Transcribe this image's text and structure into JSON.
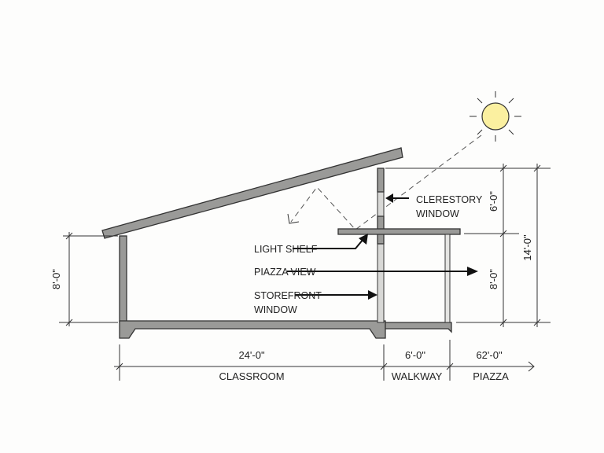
{
  "labels": {
    "clerestory_1": "CLERESTORY",
    "clerestory_2": "WINDOW",
    "light_shelf": "LIGHT SHELF",
    "piazza_view": "PIAZZA VIEW",
    "storefront_1": "STOREFRONT",
    "storefront_2": "WINDOW"
  },
  "dimensions": {
    "left_height": "8'-0\"",
    "upper_height": "6'-0\"",
    "lower_height": "8'-0\"",
    "total_height": "14'-0\"",
    "classroom_width": "24'-0\"",
    "walkway_width": "6'-0\"",
    "piazza_width": "62'-0\""
  },
  "spaces": {
    "classroom": "CLASSROOM",
    "walkway": "WALKWAY",
    "piazza": "PIAZZA"
  },
  "colors": {
    "sun": "#fbf0a0",
    "section": "#9a9a98"
  }
}
